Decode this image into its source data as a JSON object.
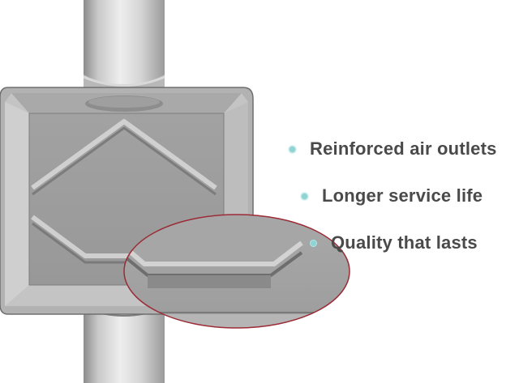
{
  "product_image": {
    "subject": "muffler-icon",
    "zoom_callout": "magnifier-icon"
  },
  "features": [
    {
      "icon": "bullet-icon",
      "label": "Reinforced air outlets"
    },
    {
      "icon": "bullet-icon",
      "label": "Longer service life"
    },
    {
      "icon": "bullet-icon",
      "label": "Quality that lasts"
    }
  ],
  "colors": {
    "bullet": "#8fd3d3",
    "text": "#4a4a4a",
    "callout_outline": "#9b2b35"
  }
}
